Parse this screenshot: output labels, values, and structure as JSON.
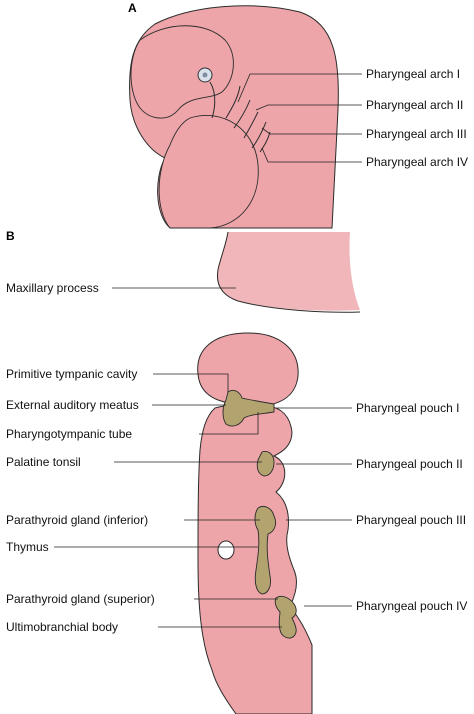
{
  "colors": {
    "tissue": "#eda5a9",
    "tissue_dark": "#e48f95",
    "outline": "#2b2b2b",
    "pouch": "#b3a36f",
    "background": "#ffffff"
  },
  "panels": {
    "a": "A",
    "b": "B"
  },
  "panel_a_labels": [
    "Pharyngeal arch I",
    "Pharyngeal arch II",
    "Pharyngeal arch III",
    "Pharyngeal arch IV"
  ],
  "panel_b_top_label": "Maxillary process",
  "panel_b_left_labels": [
    "Primitive tympanic cavity",
    "External auditory meatus",
    "Pharyngotympanic tube",
    "Palatine tonsil",
    "Parathyroid gland (inferior)",
    "Thymus",
    "Parathyroid gland (superior)",
    "Ultimobranchial body"
  ],
  "panel_b_right_labels": [
    "Pharyngeal pouch I",
    "Pharyngeal pouch II",
    "Pharyngeal pouch III",
    "Pharyngeal pouch IV"
  ]
}
